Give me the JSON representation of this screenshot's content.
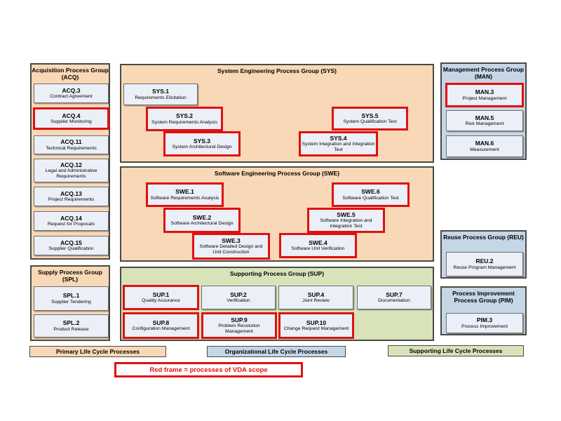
{
  "groups": {
    "acq": {
      "title": "Acquisition Process Group (ACQ)",
      "items": [
        {
          "code": "ACQ.3",
          "name": "Contract Agreement",
          "vda": false
        },
        {
          "code": "ACQ.4",
          "name": "Supplier Monitoring",
          "vda": true
        },
        {
          "code": "ACQ.11",
          "name": "Technical Requirements",
          "vda": false
        },
        {
          "code": "ACQ.12",
          "name": "Legal and Administrative Requirements",
          "vda": false
        },
        {
          "code": "ACQ.13",
          "name": "Project Requirements",
          "vda": false
        },
        {
          "code": "ACQ.14",
          "name": "Request for Proposals",
          "vda": false
        },
        {
          "code": "ACQ.15",
          "name": "Supplier Qualification",
          "vda": false
        }
      ]
    },
    "spl": {
      "title": "Supply Process Group (SPL)",
      "items": [
        {
          "code": "SPL.1",
          "name": "Supplier Tendering",
          "vda": false
        },
        {
          "code": "SPL.2",
          "name": "Product Release",
          "vda": false
        }
      ]
    },
    "sys": {
      "title": "System Engineering Process Group (SYS)",
      "items": [
        {
          "code": "SYS.1",
          "name": "Requirements Elicitation",
          "vda": false
        },
        {
          "code": "SYS.2",
          "name": "System Requirements Analysis",
          "vda": true
        },
        {
          "code": "SYS.3",
          "name": "System Architectural Design",
          "vda": true
        },
        {
          "code": "SYS.4",
          "name": "System Integration and Integration Test",
          "vda": true
        },
        {
          "code": "SYS.5",
          "name": "System Qualification Test",
          "vda": true
        }
      ]
    },
    "swe": {
      "title": "Software Engineering Process Group (SWE)",
      "items": [
        {
          "code": "SWE.1",
          "name": "Software Requirements Analysis",
          "vda": true
        },
        {
          "code": "SWE.2",
          "name": "Software Architectural Design",
          "vda": true
        },
        {
          "code": "SWE.3",
          "name": "Software Detailed Design and Unit Construction",
          "vda": true
        },
        {
          "code": "SWE.4",
          "name": "Software Unit Verification",
          "vda": true
        },
        {
          "code": "SWE.5",
          "name": "Software Integration and Integration Test",
          "vda": true
        },
        {
          "code": "SWE.6",
          "name": "Software Qualification Test",
          "vda": true
        }
      ]
    },
    "sup": {
      "title": "Supporting Process Group (SUP)",
      "items": [
        {
          "code": "SUP.1",
          "name": "Quality Assurance",
          "vda": true
        },
        {
          "code": "SUP.2",
          "name": "Verification",
          "vda": false
        },
        {
          "code": "SUP.4",
          "name": "Joint Review",
          "vda": false
        },
        {
          "code": "SUP.7",
          "name": "Documentation",
          "vda": false
        },
        {
          "code": "SUP.8",
          "name": "Configuration Management",
          "vda": true
        },
        {
          "code": "SUP.9",
          "name": "Problem Resolution Management",
          "vda": true
        },
        {
          "code": "SUP.10",
          "name": "Change Request Management",
          "vda": true
        }
      ]
    },
    "man": {
      "title": "Management Process Group (MAN)",
      "items": [
        {
          "code": "MAN.3",
          "name": "Project Management",
          "vda": true
        },
        {
          "code": "MAN.5",
          "name": "Risk Management",
          "vda": false
        },
        {
          "code": "MAN.6",
          "name": "Measurement",
          "vda": false
        }
      ]
    },
    "reu": {
      "title": "Reuse Process Group (REU)",
      "items": [
        {
          "code": "REU.2",
          "name": "Reuse Program Management",
          "vda": false
        }
      ]
    },
    "pim": {
      "title": "Process Improvement Process Group (PIM)",
      "items": [
        {
          "code": "PIM.3",
          "name": "Process Improvement",
          "vda": false
        }
      ]
    }
  },
  "legend": {
    "primary": "Primary Life Cycle Processes",
    "organizational": "Organizational Life Cycle Processes",
    "supporting": "Supporting Life Cycle Processes",
    "vda_note": "Red frame = processes of VDA scope"
  },
  "colors": {
    "primary_bg": "#f8d8b6",
    "organizational_bg": "#c5d6e6",
    "supporting_bg": "#d8e3ba",
    "process_box_bg": "#ebeff7",
    "vda_frame_red": "#e01010"
  }
}
